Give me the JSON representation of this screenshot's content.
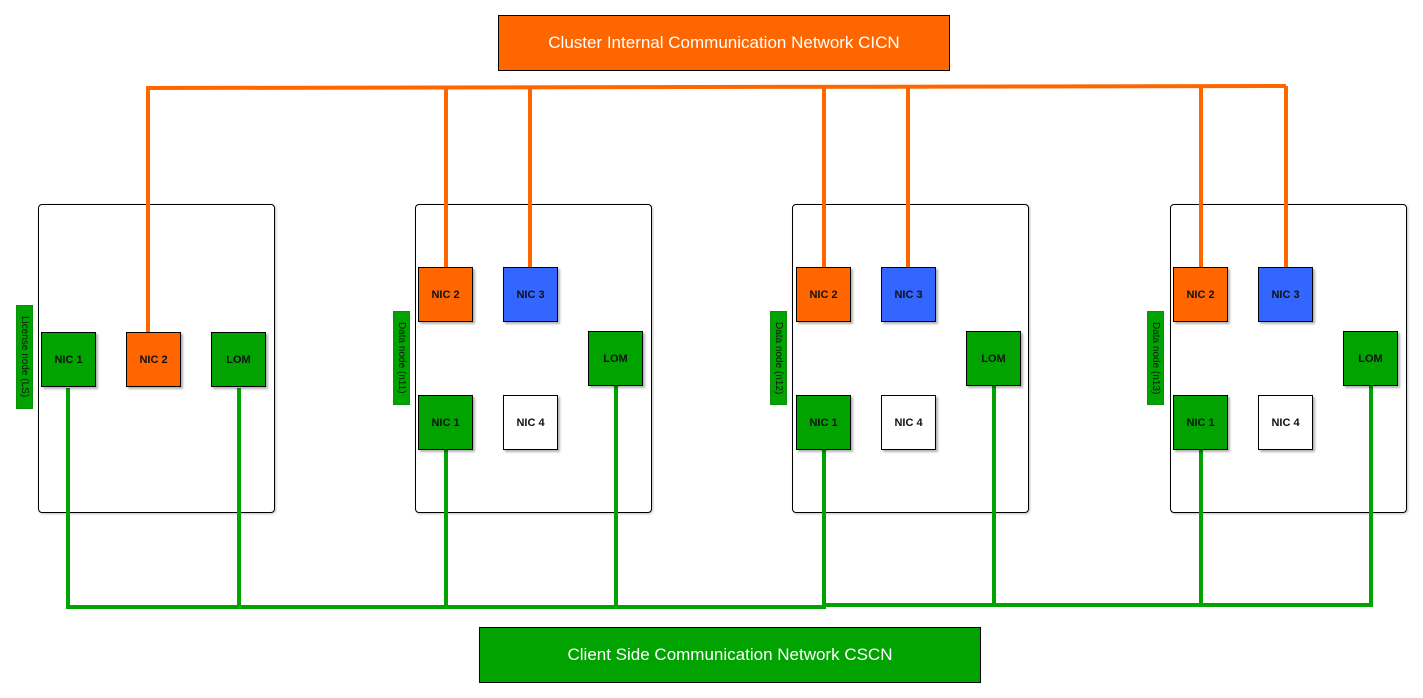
{
  "networks": {
    "cicn": {
      "label": "Cluster Internal Communication Network CICN",
      "color": "#ff6600"
    },
    "cscn": {
      "label": "Client Side Communication Network CSCN",
      "color": "#00a300"
    }
  },
  "colors": {
    "orange": "#ff6600",
    "blue": "#3366ff",
    "green": "#00a300",
    "white": "#ffffff"
  },
  "nodes": [
    {
      "label": "License node (LS)",
      "nics": [
        {
          "label": "NIC 1",
          "color": "green",
          "network": "cscn"
        },
        {
          "label": "NIC 2",
          "color": "orange",
          "network": "cicn"
        },
        {
          "label": "LOM",
          "color": "green",
          "network": "cscn"
        }
      ]
    },
    {
      "label": "Data node (n11)",
      "nics": [
        {
          "label": "NIC 2",
          "color": "orange",
          "network": "cicn"
        },
        {
          "label": "NIC 3",
          "color": "blue",
          "network": "cicn"
        },
        {
          "label": "LOM",
          "color": "green",
          "network": "cscn"
        },
        {
          "label": "NIC 1",
          "color": "green",
          "network": "cscn"
        },
        {
          "label": "NIC 4",
          "color": "white",
          "network": ""
        }
      ]
    },
    {
      "label": "Data node (n12)",
      "nics": [
        {
          "label": "NIC 2",
          "color": "orange",
          "network": "cicn"
        },
        {
          "label": "NIC 3",
          "color": "blue",
          "network": "cicn"
        },
        {
          "label": "LOM",
          "color": "green",
          "network": "cscn"
        },
        {
          "label": "NIC 1",
          "color": "green",
          "network": "cscn"
        },
        {
          "label": "NIC 4",
          "color": "white",
          "network": ""
        }
      ]
    },
    {
      "label": "Data node (n13)",
      "nics": [
        {
          "label": "NIC 2",
          "color": "orange",
          "network": "cicn"
        },
        {
          "label": "NIC 3",
          "color": "blue",
          "network": "cicn"
        },
        {
          "label": "LOM",
          "color": "green",
          "network": "cscn"
        },
        {
          "label": "NIC 1",
          "color": "green",
          "network": "cscn"
        },
        {
          "label": "NIC 4",
          "color": "white",
          "network": ""
        }
      ]
    }
  ]
}
